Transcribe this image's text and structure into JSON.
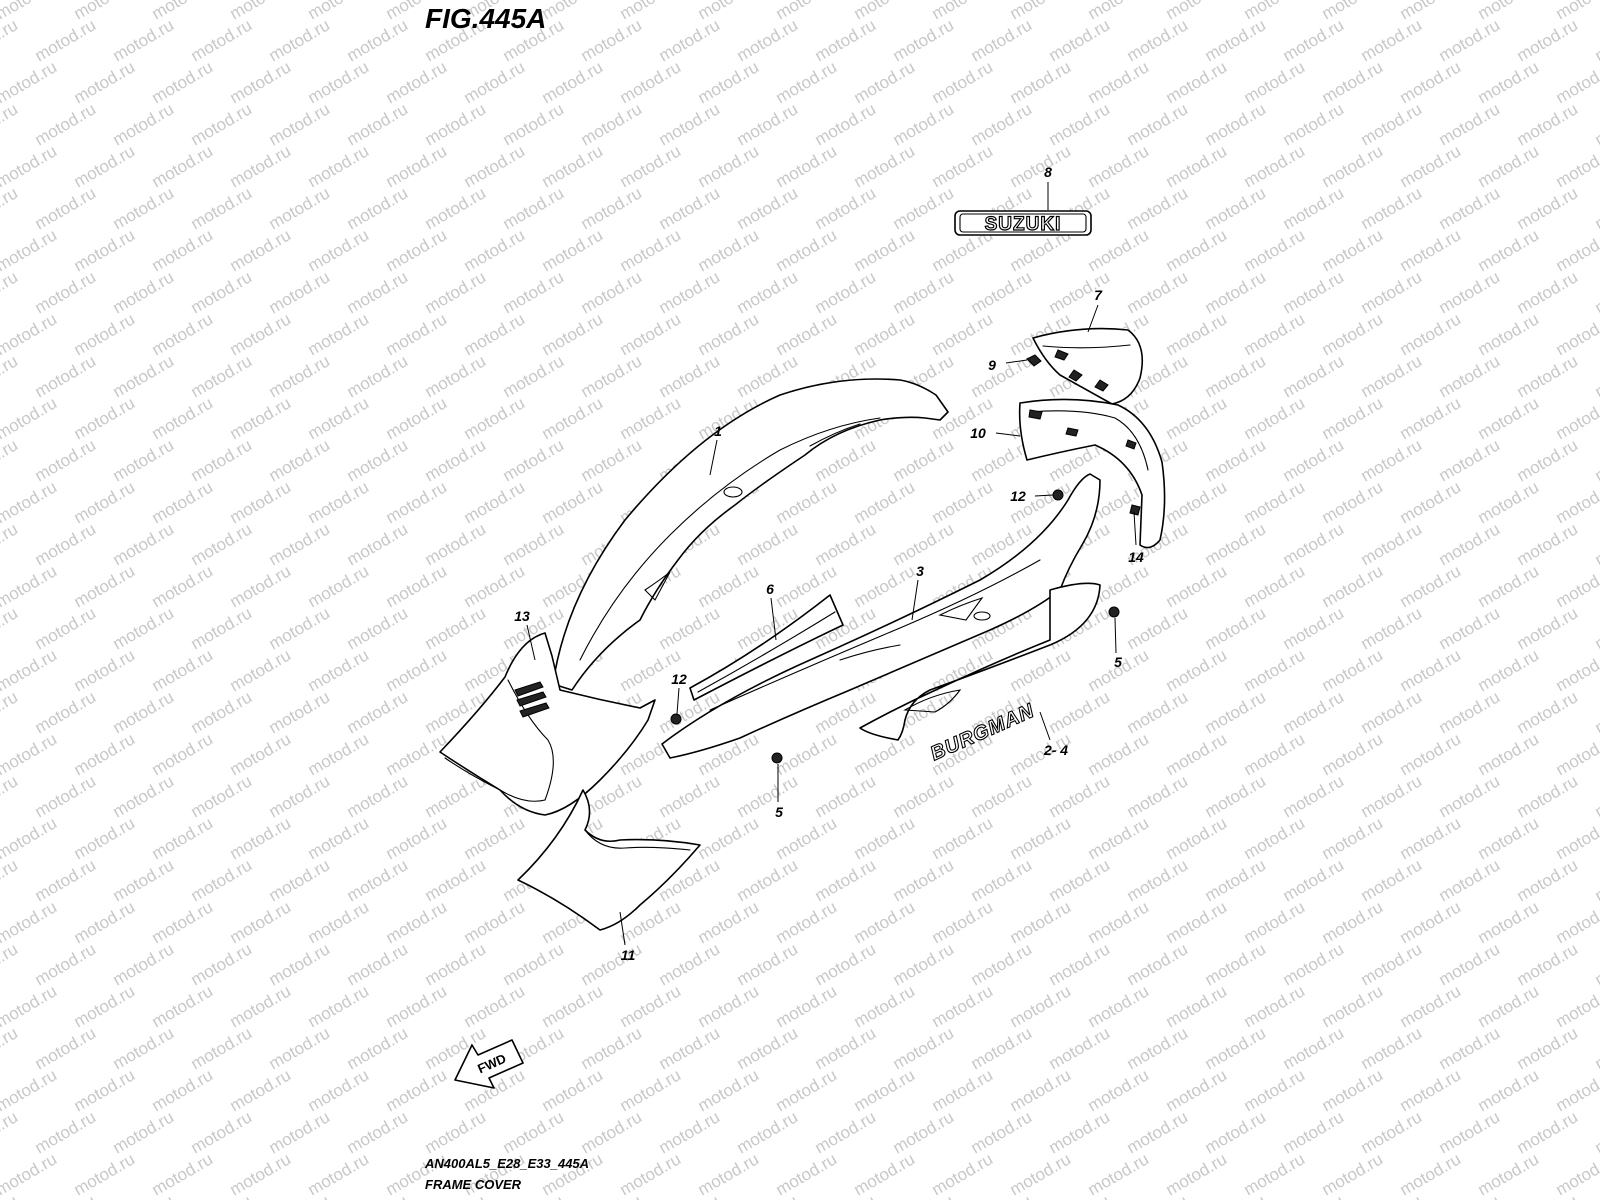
{
  "figure": {
    "title": "FIG.445A",
    "model_code": "AN400AL5_E28_E33_445A",
    "caption": "FRAME COVER"
  },
  "watermark": {
    "text": "motod.ru"
  },
  "emblem": {
    "brand_text": "SUZUKI"
  },
  "decal": {
    "model_text": "BURGMAN"
  },
  "direction_marker": {
    "label": "FWD"
  },
  "callouts": {
    "c1": "1",
    "c2_4": "2- 4",
    "c3": "3",
    "c5a": "5",
    "c5b": "5",
    "c6": "6",
    "c7": "7",
    "c8": "8",
    "c9": "9",
    "c10": "10",
    "c11": "11",
    "c12a": "12",
    "c12b": "12",
    "c13": "13",
    "c14": "14"
  }
}
